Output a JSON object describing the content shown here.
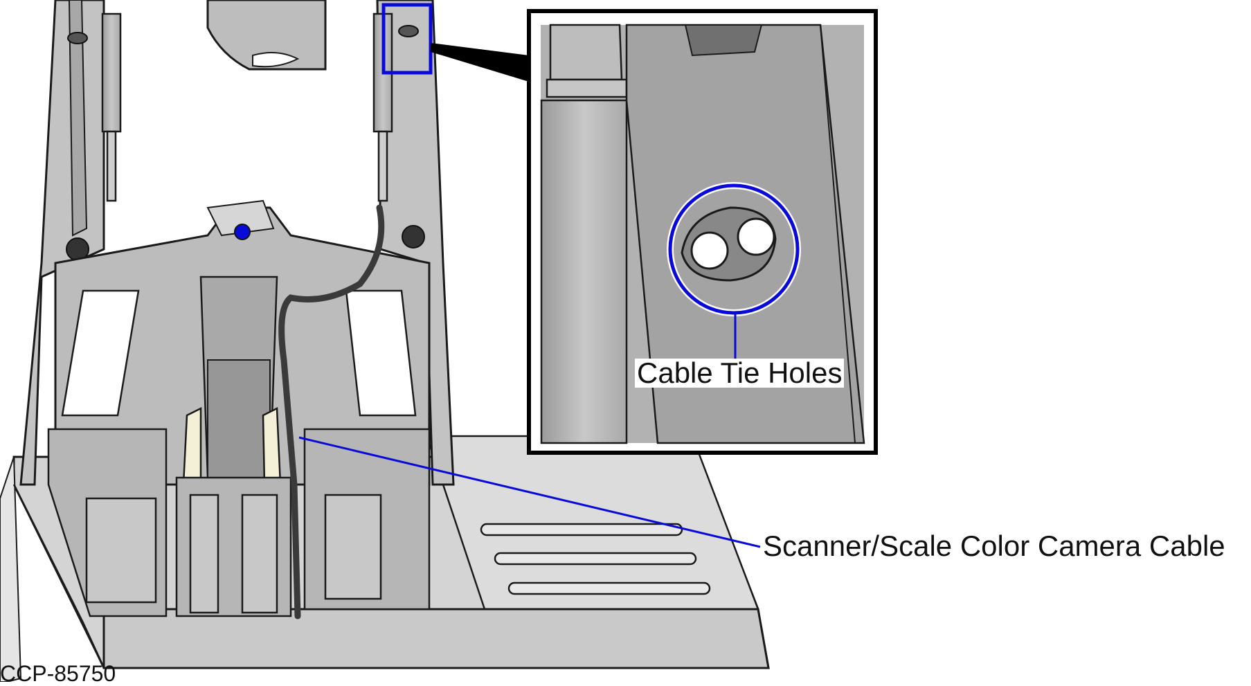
{
  "figure": {
    "id": "CCP-85750",
    "callouts": [
      {
        "key": "cable_tie_holes",
        "label": "Cable Tie Holes"
      },
      {
        "key": "camera_cable",
        "label": "Scanner/Scale Color Camera Cable"
      }
    ]
  },
  "colors": {
    "callout_blue": "#0a0ad8",
    "metal_light": "#d8d8d8",
    "metal_mid": "#b9b9b9",
    "metal_dark": "#8f8f8f",
    "outline": "#1a1a1a",
    "cable": "#3a3a3a",
    "foam": "#f4f0d8"
  }
}
